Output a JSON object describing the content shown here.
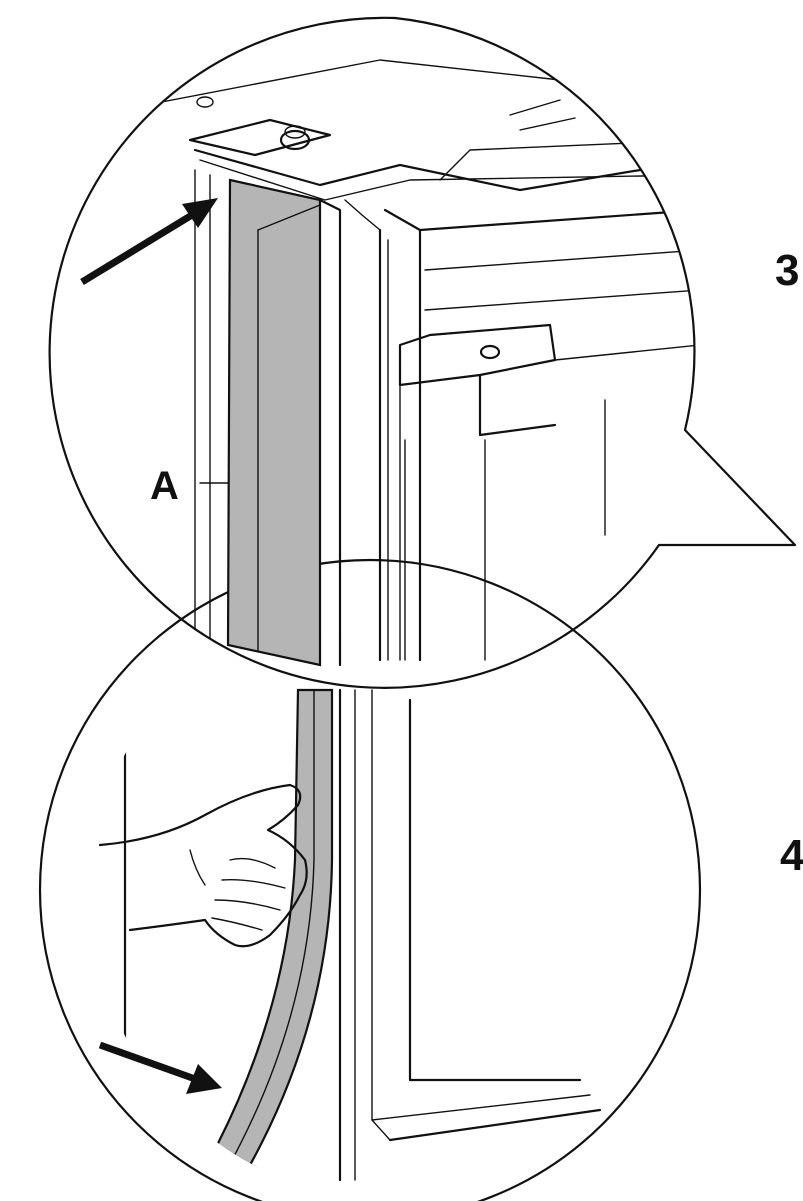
{
  "labels": {
    "part_a": "A",
    "step_top": "3",
    "step_bottom": "4"
  },
  "colors": {
    "ink": "#111111",
    "seal_gray": "#b5b5b5",
    "background": "#ffffff"
  },
  "icons": {
    "pointer_top": "arrow-right-down-icon",
    "pointer_bottom": "arrow-right-down-icon"
  }
}
